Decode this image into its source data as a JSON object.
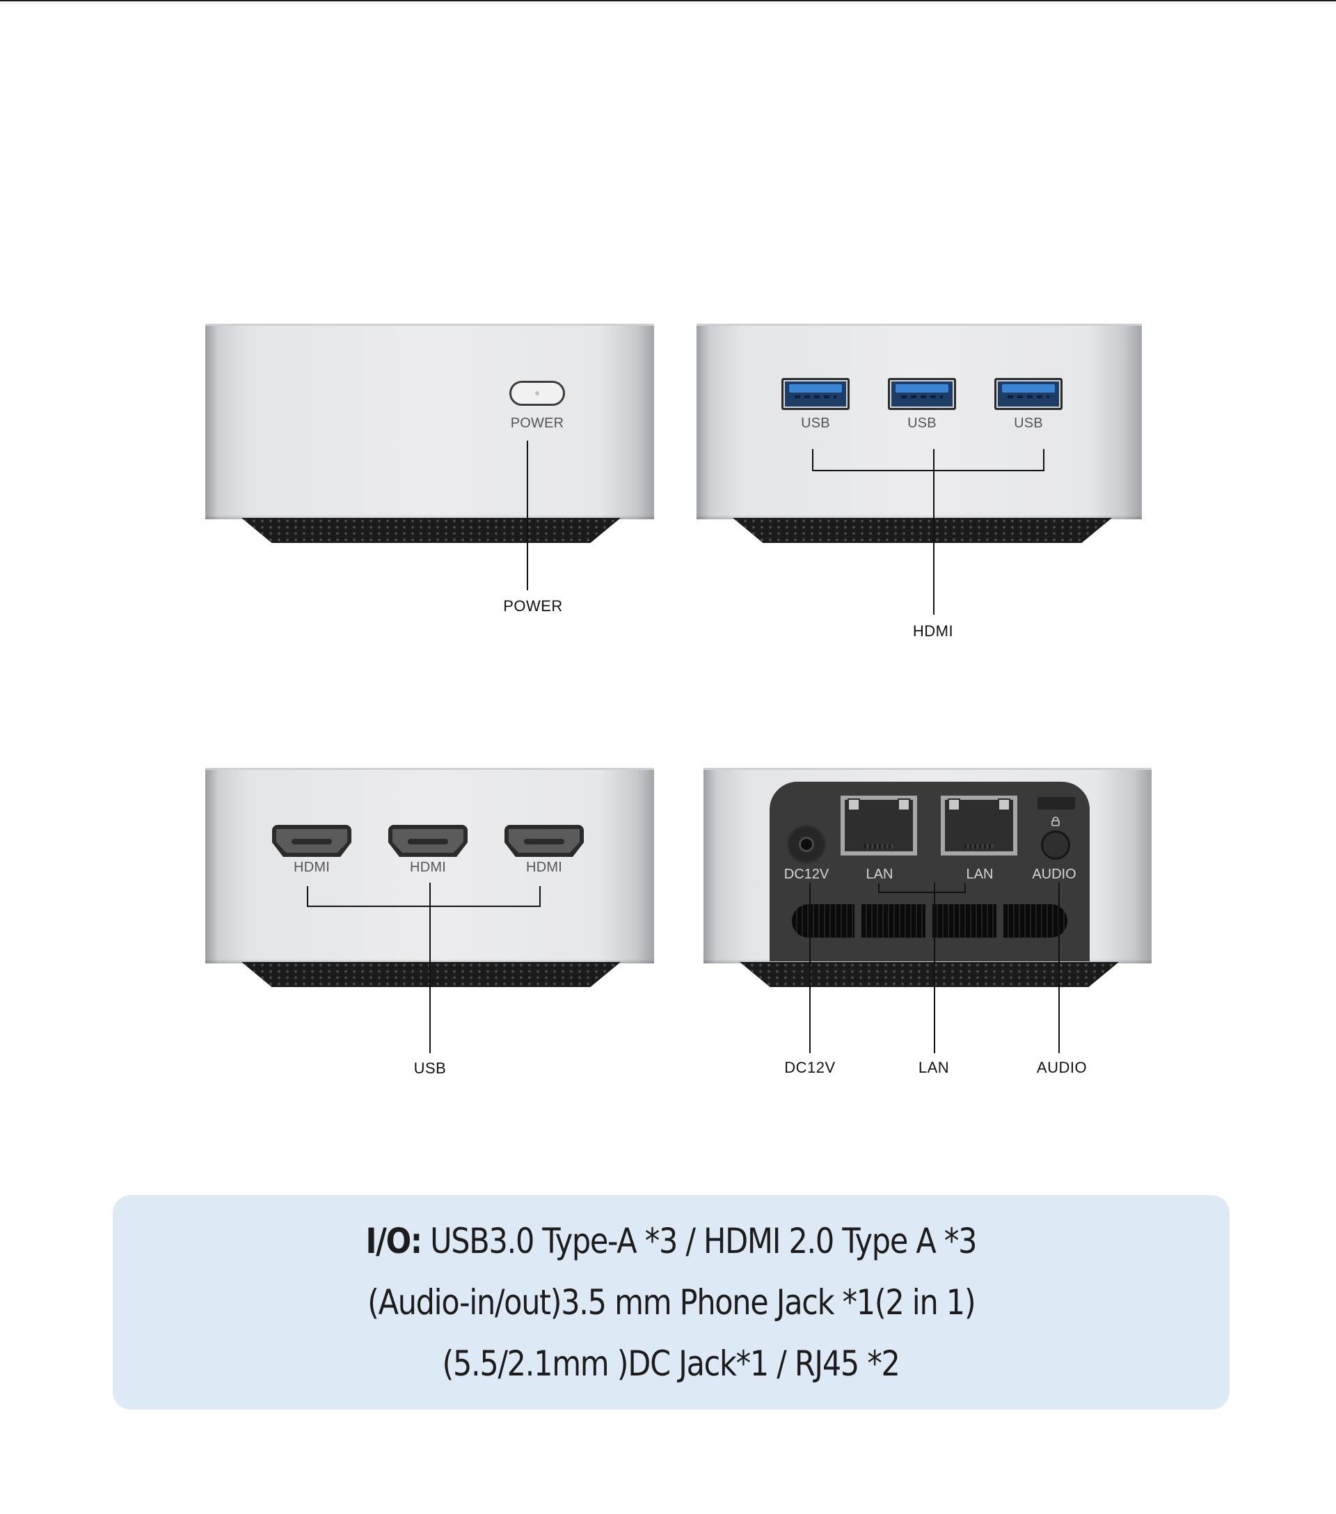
{
  "views": {
    "front": {
      "port_label": "POWER",
      "callout": "POWER"
    },
    "side_usb": {
      "port_labels": [
        "USB",
        "USB",
        "USB"
      ],
      "callout": "HDMI"
    },
    "side_hdmi": {
      "port_labels": [
        "HDMI",
        "HDMI",
        "HDMI"
      ],
      "callout": "USB"
    },
    "rear": {
      "port_labels": [
        "DC12V",
        "LAN",
        "LAN",
        "AUDIO"
      ],
      "callouts": [
        "DC12V",
        "LAN",
        "AUDIO"
      ]
    }
  },
  "specs": {
    "label": "I/O:",
    "line1": " USB3.0 Type-A *3 / HDMI 2.0 Type A *3",
    "line2": "(Audio-in/out)3.5 mm Phone Jack *1(2 in 1)",
    "line3": "(5.5/2.1mm )DC Jack*1 / RJ45 *2"
  },
  "colors": {
    "panel_bg": "#dde9f4",
    "usb_blue": "#3b86d4",
    "shell_silver": "#ececee"
  }
}
